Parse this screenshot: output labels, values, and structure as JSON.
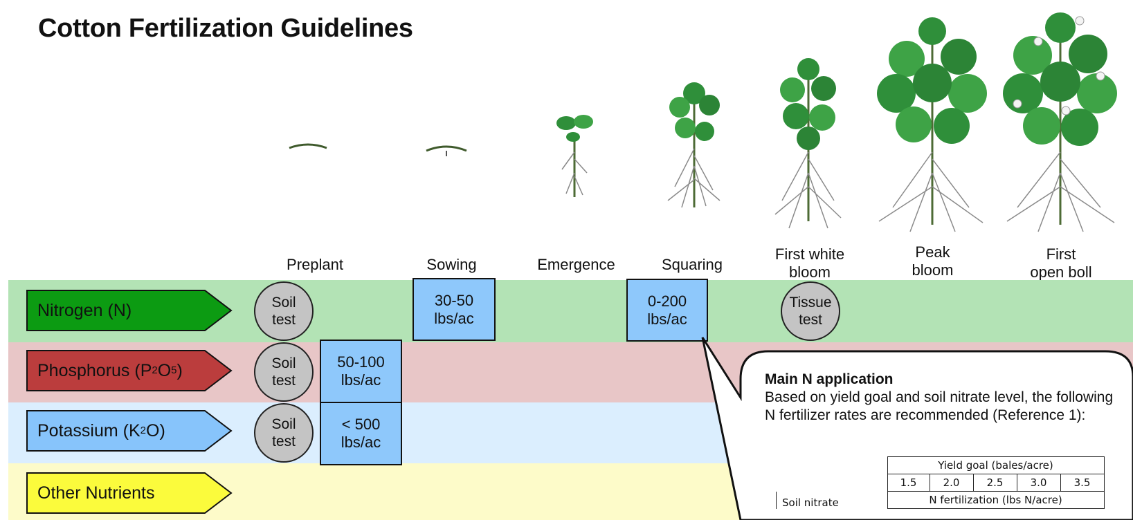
{
  "title": "Cotton Fertilization Guidelines",
  "stages": {
    "preplant": "Preplant",
    "sowing": "Sowing",
    "emergence": "Emergence",
    "squaring": "Squaring",
    "first_white_bloom": "First white\nbloom",
    "peak_bloom": "Peak\nbloom",
    "first_open_boll": "First\nopen boll"
  },
  "nutrients": {
    "nitrogen": "Nitrogen (N)",
    "phosphorus_prefix": "Phosphorus (P",
    "phosphorus_sub1": "2",
    "phosphorus_mid": "O",
    "phosphorus_sub2": "5",
    "phosphorus_suffix": ")",
    "potassium_prefix": "Potassium (K",
    "potassium_sub": "2",
    "potassium_suffix": "O)",
    "other": "Other Nutrients"
  },
  "markers": {
    "soil_test": "Soil\ntest",
    "tissue_test": "Tissue\ntest",
    "n_sowing_rate": "30-50\nlbs/ac",
    "n_squaring_rate": "0-200\nlbs/ac",
    "p_rate": "50-100\nlbs/ac",
    "k_rate": "< 500\nlbs/ac"
  },
  "callout": {
    "heading": "Main N application",
    "body": "Based on yield goal and soil nitrate level, the following N fertilizer rates are recommended (Reference 1):",
    "table": {
      "yield_goal_header": "Yield goal (bales/acre)",
      "yield_goals": [
        "1.5",
        "2.0",
        "2.5",
        "3.0",
        "3.5"
      ],
      "row_label": "Soil nitrate",
      "n_header": "N fertilization (lbs N/acre)"
    }
  },
  "colors": {
    "nitrogen_band": "#b3e3b5",
    "nitrogen_arrow": "#0c9b12",
    "phosphorus_band": "#e8c6c7",
    "phosphorus_arrow": "#bb3d3d",
    "potassium_band": "#dbeefe",
    "potassium_arrow": "#87c4fb",
    "other_band": "#fdfbc9",
    "other_arrow": "#fbfb3c",
    "test_circle": "#c4c4c4",
    "rate_box": "#8ec8fb"
  },
  "icons": [
    "seedling-icon",
    "cotton-plant-icon"
  ]
}
